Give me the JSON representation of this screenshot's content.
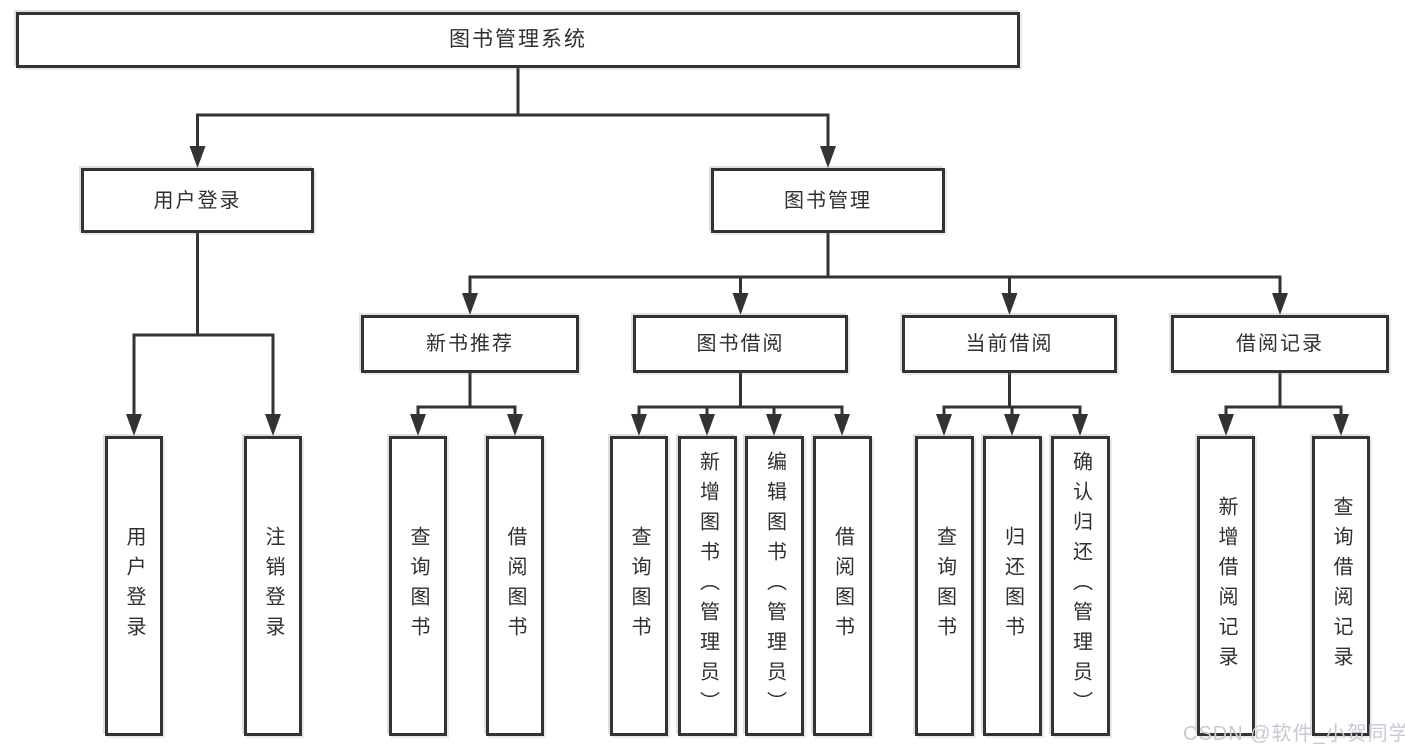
{
  "diagram_title": "图书管理系统",
  "tree": {
    "root": {
      "label": "图书管理系统"
    },
    "user_login": {
      "label": "用户登录",
      "children": {
        "login": "用户登录",
        "logout": "注销登录"
      }
    },
    "book_management": {
      "label": "图书管理",
      "children_groups": [
        "新书推荐",
        "图书借阅",
        "当前借阅",
        "借阅记录"
      ]
    },
    "new_book_recommend": {
      "label": "新书推荐",
      "children": {
        "query_books": "查询图书",
        "borrow_books": "借阅图书"
      }
    },
    "book_borrowing": {
      "label": "图书借阅",
      "children": {
        "query_books": "查询图书",
        "add_books": "新增图书（管理员）",
        "edit_books": "编辑图书（管理员）",
        "borrow_books": "借阅图书"
      }
    },
    "current_borrowing": {
      "label": "当前借阅",
      "children": {
        "query_books": "查询图书",
        "return_books": "归还图书",
        "confirm_return": "确认归还（管理员）"
      }
    },
    "borrowing_records": {
      "label": "借阅记录",
      "children": {
        "add_record": "新增借阅记录",
        "query_record": "查询借阅记录"
      }
    }
  },
  "watermark": {
    "text": "CSDN @软件_小贺同学"
  },
  "colors": {
    "line": "#333333",
    "box_border": "#333333",
    "text": "#2f2f2f",
    "background": "#ffffff",
    "watermark": "#c6cad3"
  }
}
